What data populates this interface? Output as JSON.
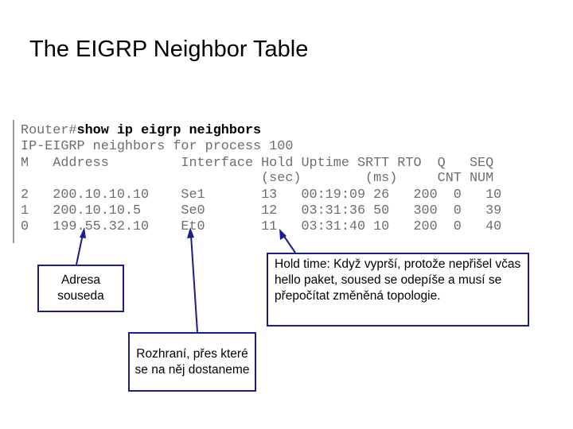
{
  "slide": {
    "title": "The EIGRP Neighbor Table"
  },
  "terminal": {
    "prompt": "Router#",
    "command": "show ip eigrp neighbors",
    "lines": [
      "IP-EIGRP neighbors for process 100",
      "M   Address         Interface Hold Uptime SRTT RTO  Q   SEQ",
      "                              (sec)        (ms)     CNT NUM",
      "2   200.10.10.10    Se1       13   00:19:09 26   200  0   10",
      "1   200.10.10.5     Se0       12   03:31:36 50   300  0   39",
      "0   199.55.32.10    Et0       11   03:31:40 10   200  0   40"
    ]
  },
  "callouts": {
    "address": "Adresa souseda",
    "interface": "Rozhraní, přes které se na něj dostaneme",
    "hold_time": "Hold time: Když vyprší, protože nepřišel včas hello paket, soused se odepíše a musí se přepočítat změněná topologie."
  },
  "colors": {
    "callout_border": "#1c1c8c",
    "terminal_text": "#6e6e6e"
  }
}
